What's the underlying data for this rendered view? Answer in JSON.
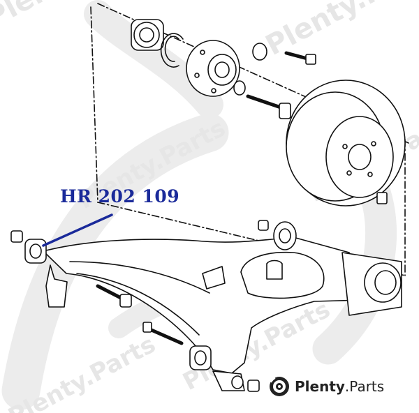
{
  "part_label": "HR 202 109",
  "brand": {
    "name": "Plenty",
    "suffix": ".Parts"
  },
  "watermark": {
    "text": "Plenty.Parts",
    "color": "#e6e6e6"
  },
  "colors": {
    "label": "#1a2a9a",
    "line": "#111111",
    "leader": "#1a2a9a",
    "watermark": "#e6e6e6"
  },
  "icons": [
    "brand-disc-icon"
  ]
}
